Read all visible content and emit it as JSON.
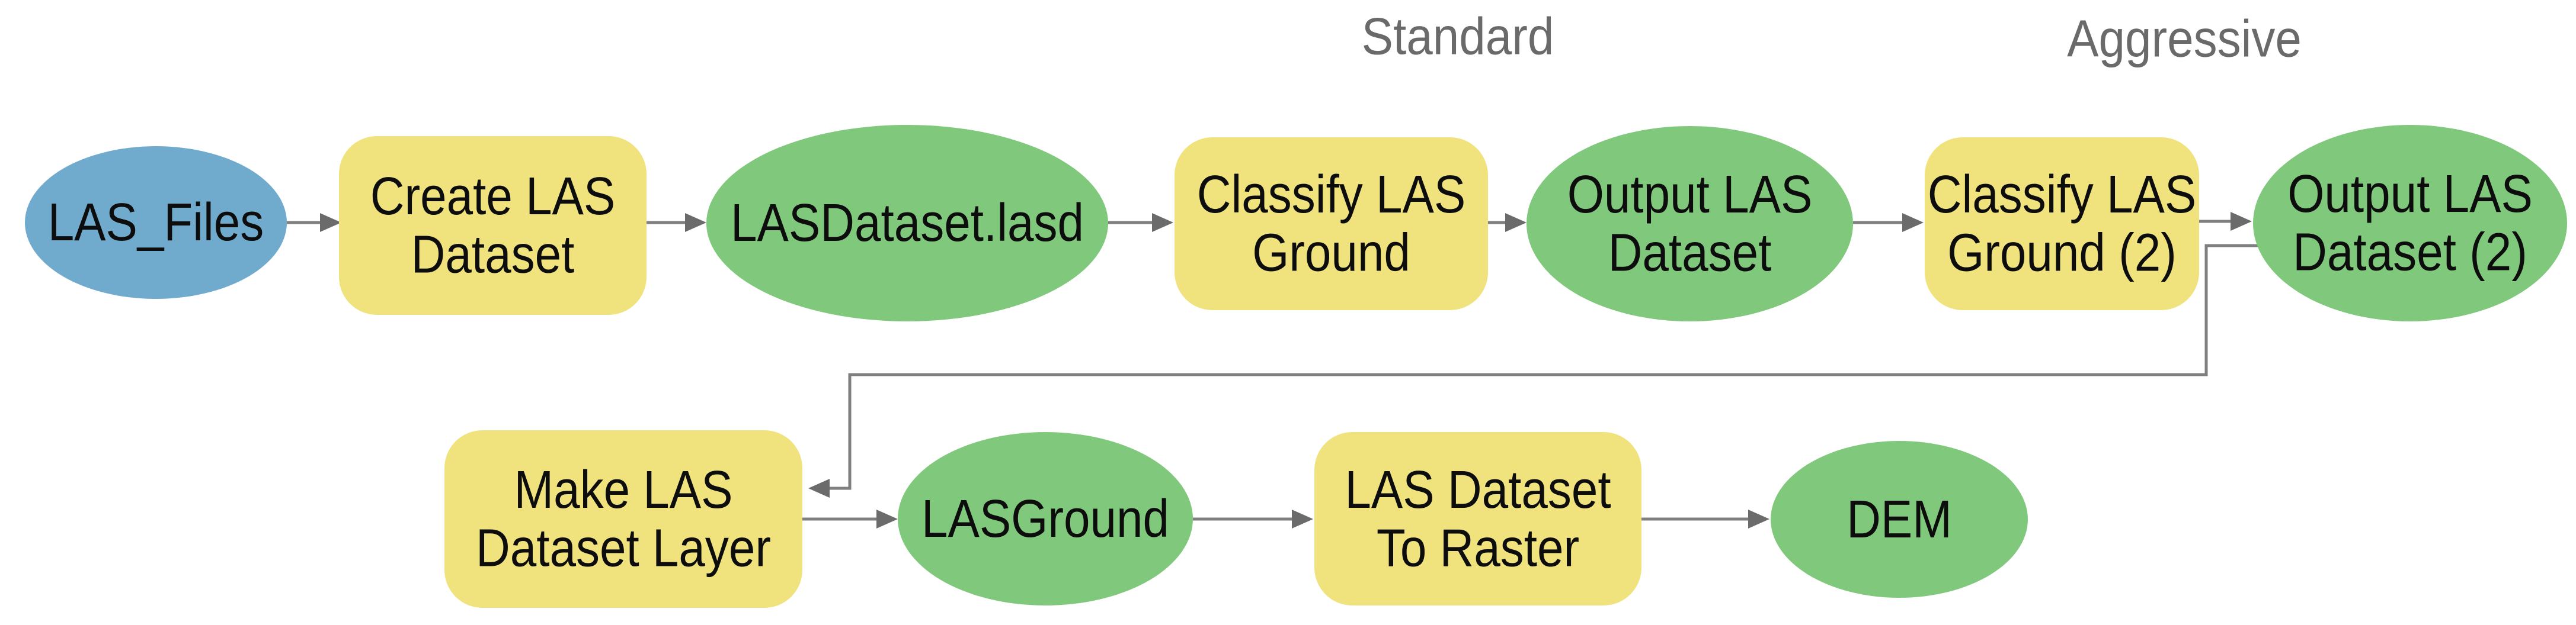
{
  "diagram": {
    "kind": "geoprocessing-model-flowchart",
    "background": "#ffffff"
  },
  "colors": {
    "input_data_blue": "#70abcd",
    "tool_yellow": "#f0e37e",
    "derived_data_green": "#80c87c",
    "connector_line_gray": "#7f7f7f",
    "arrowhead_gray": "#6b6b6b",
    "annotation_text_gray": "#6a6a6a",
    "node_text_black": "#0d0d0d"
  },
  "annotations": [
    {
      "id": "standard",
      "text": "Standard"
    },
    {
      "id": "aggressive",
      "text": "Aggressive"
    }
  ],
  "nodes": [
    {
      "id": "las-files",
      "type": "input-data",
      "shape": "ellipse",
      "color": "blue",
      "label": "LAS_Files",
      "lines": [
        "LAS_Files"
      ]
    },
    {
      "id": "create-las-dataset",
      "type": "tool",
      "shape": "rounded-rect",
      "color": "yellow",
      "label": "Create LAS Dataset",
      "lines": [
        "Create LAS",
        "Dataset"
      ]
    },
    {
      "id": "lasdataset-lasd",
      "type": "derived-data",
      "shape": "ellipse",
      "color": "green",
      "label": "LASDataset.lasd",
      "lines": [
        "LASDataset.lasd"
      ]
    },
    {
      "id": "classify-las-ground",
      "type": "tool",
      "shape": "rounded-rect",
      "color": "yellow",
      "label": "Classify LAS Ground",
      "lines": [
        "Classify LAS",
        "Ground"
      ]
    },
    {
      "id": "output-las-dataset",
      "type": "derived-data",
      "shape": "ellipse",
      "color": "green",
      "label": "Output LAS Dataset",
      "lines": [
        "Output LAS",
        "Dataset"
      ]
    },
    {
      "id": "classify-las-ground-2",
      "type": "tool",
      "shape": "rounded-rect",
      "color": "yellow",
      "label": "Classify LAS Ground (2)",
      "lines": [
        "Classify LAS",
        "Ground (2)"
      ]
    },
    {
      "id": "output-las-dataset-2",
      "type": "derived-data",
      "shape": "ellipse",
      "color": "green",
      "label": "Output LAS Dataset (2)",
      "lines": [
        "Output LAS",
        "Dataset (2)"
      ]
    },
    {
      "id": "make-las-dataset-layer",
      "type": "tool",
      "shape": "rounded-rect",
      "color": "yellow",
      "label": "Make LAS Dataset Layer",
      "lines": [
        "Make LAS",
        "Dataset Layer"
      ]
    },
    {
      "id": "lasground",
      "type": "derived-data",
      "shape": "ellipse",
      "color": "green",
      "label": "LASGround",
      "lines": [
        "LASGround"
      ]
    },
    {
      "id": "las-dataset-to-raster",
      "type": "tool",
      "shape": "rounded-rect",
      "color": "yellow",
      "label": "LAS Dataset To Raster",
      "lines": [
        "LAS Dataset",
        "To Raster"
      ]
    },
    {
      "id": "dem",
      "type": "derived-data",
      "shape": "ellipse",
      "color": "green",
      "label": "DEM",
      "lines": [
        "DEM"
      ]
    }
  ],
  "connections": [
    {
      "from": "las-files",
      "to": "create-las-dataset"
    },
    {
      "from": "create-las-dataset",
      "to": "lasdataset-lasd"
    },
    {
      "from": "lasdataset-lasd",
      "to": "classify-las-ground"
    },
    {
      "from": "classify-las-ground",
      "to": "output-las-dataset"
    },
    {
      "from": "output-las-dataset",
      "to": "classify-las-ground-2"
    },
    {
      "from": "classify-las-ground-2",
      "to": "output-las-dataset-2"
    },
    {
      "from": "output-las-dataset-2",
      "to": "make-las-dataset-layer",
      "routing": "elbow"
    },
    {
      "from": "make-las-dataset-layer",
      "to": "lasground"
    },
    {
      "from": "lasground",
      "to": "las-dataset-to-raster"
    },
    {
      "from": "las-dataset-to-raster",
      "to": "dem"
    }
  ]
}
